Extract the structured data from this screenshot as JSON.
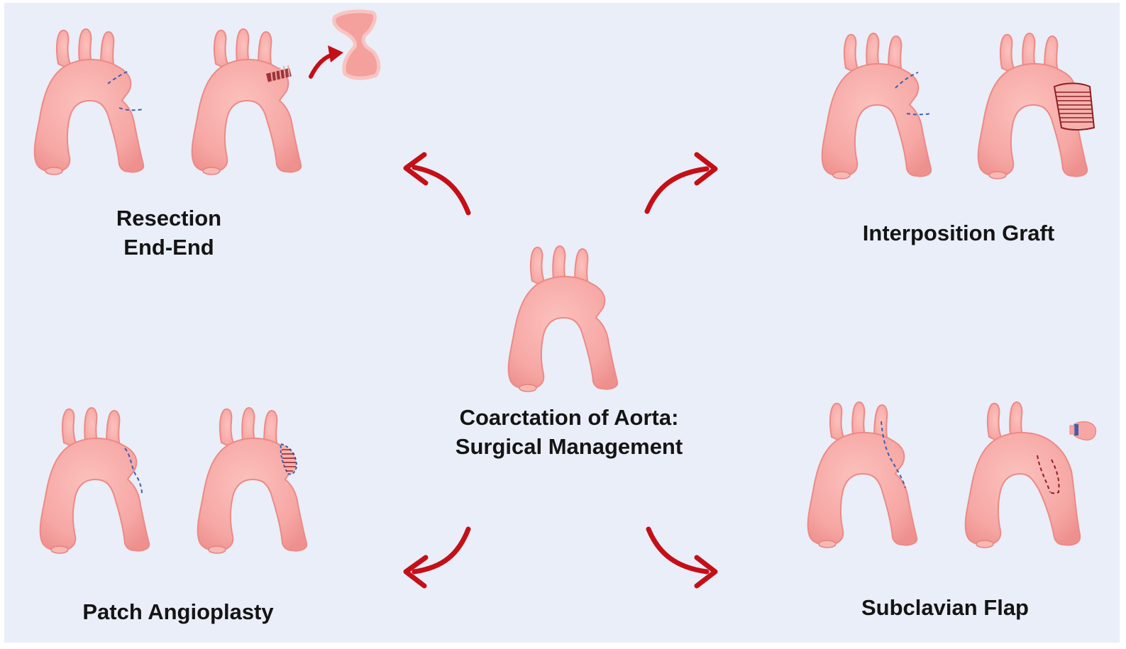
{
  "center_title": {
    "line1": "Coarctation of Aorta:",
    "line2": "Surgical Management"
  },
  "procedures": {
    "resection": {
      "line1": "Resection",
      "line2": "End-End"
    },
    "interposition": {
      "label": "Interposition Graft"
    },
    "patch": {
      "label": "Patch Angioplasty"
    },
    "subclavian": {
      "label": "Subclavian Flap"
    }
  },
  "colors": {
    "background": "#e9eef8",
    "aorta_fill": "#f6a7a4",
    "aorta_outline": "#ec8a87",
    "arrow": "#c40f17",
    "incision_line": "#3e5fae",
    "suture": "#7a1b22"
  }
}
